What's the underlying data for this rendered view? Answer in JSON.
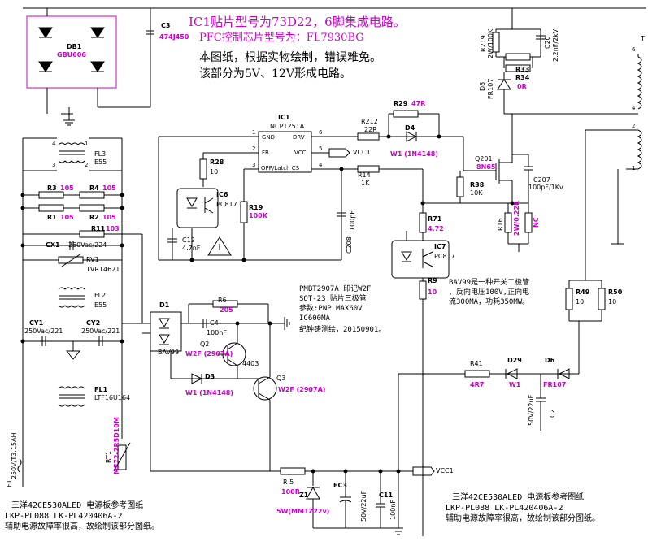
{
  "notes": {
    "line1": "IC1贴片型号为73D22，6脚集成电路。",
    "line2": "PFC控制芯片型号为：FL7930BG",
    "line3": "本图纸，根据实物绘制，错误难免。",
    "line4": "该部分为5V、12V形成电路。"
  },
  "transistor_note": {
    "l1": "PMBT2907A 印记W2F",
    "l2": "SOT-23 贴片三极管",
    "l3": "参数:PNP MAX60V",
    "l4": "IC600MA",
    "l5": "纪钟铸测绘，20150901。"
  },
  "bav_note": {
    "l1": "BAV99是一种开关二极管",
    "l2": "，反向电压100V,正向电",
    "l3": "流300MA，功耗350MW。"
  },
  "footer_left": {
    "l1": "三洋42CE530ALED 电源板参考图纸",
    "l2": "LKP-PL088 LK-PL420406A-2",
    "l3": "辅助电源故障率很高，故绘制该部分图纸。"
  },
  "footer_right": {
    "l1": "三洋42CE530ALED 电源板参考图纸",
    "l2": "LKP-PL088 LK-PL420406A-2",
    "l3": "辅助电源故障率很高，故绘制该部分图纸。"
  },
  "ic1": {
    "ref": "IC1",
    "part": "NCP1251A",
    "gnd": "GND",
    "drv": "DRV",
    "fb": "FB",
    "vcc": "VCC",
    "opp": "OPP/Latch CS",
    "p1": "1",
    "p2": "2",
    "p3": "3",
    "p4": "4",
    "p5": "5",
    "p6": "6"
  },
  "components": {
    "db1": {
      "ref": "DB1",
      "val": "GBU606"
    },
    "c3": {
      "ref": "C3",
      "val": "474J450"
    },
    "r219": {
      "ref": "R219",
      "val": "2W/100K"
    },
    "c20": {
      "ref": "C20",
      "val": "2.2nF/2kV"
    },
    "r33": {
      "ref": "R33"
    },
    "r34": {
      "ref": "R34",
      "val": "0R"
    },
    "d8": {
      "ref": "D8",
      "val": "FR107"
    },
    "r212": {
      "ref": "R212",
      "val": "22R"
    },
    "r29": {
      "ref": "R29",
      "val": "47R"
    },
    "d4": {
      "ref": "D4",
      "val": "W1 (1N4148)"
    },
    "q201": {
      "ref": "Q201",
      "val": "8N65"
    },
    "r38": {
      "ref": "R38",
      "val": "10K"
    },
    "c207": {
      "ref": "C207",
      "val": "100pF/1Kv"
    },
    "r16": {
      "ref": "R16",
      "val": "2W/0.22R"
    },
    "nc": {
      "ref": "NC"
    },
    "r14": {
      "ref": "R14",
      "val": "1K"
    },
    "c208": {
      "ref": "C208",
      "val": "100pF"
    },
    "r28": {
      "ref": "R28",
      "val": "10"
    },
    "ic6": {
      "ref": "IC6",
      "val": "PC817"
    },
    "r19": {
      "ref": "R19",
      "val": "100K"
    },
    "c12": {
      "ref": "C12",
      "val": "4.7nF"
    },
    "r71": {
      "ref": "R71",
      "val": "4.72"
    },
    "ic7": {
      "ref": "IC7",
      "val": "PC817"
    },
    "r9": {
      "ref": "R9",
      "val": "10"
    },
    "fl3": {
      "ref": "FL3",
      "val": "E55"
    },
    "r3": {
      "ref": "R3",
      "val": "105"
    },
    "r4": {
      "ref": "R4",
      "val": "105"
    },
    "r1": {
      "ref": "R1",
      "val": "105"
    },
    "r2": {
      "ref": "R2",
      "val": "105"
    },
    "r11": {
      "ref": "R11",
      "val": "103"
    },
    "cx1": {
      "ref": "CX1",
      "val": "250Vac/224"
    },
    "rv1": {
      "ref": "RV1",
      "val": "TVR14621"
    },
    "fl2": {
      "ref": "FL2",
      "val": "E55"
    },
    "cy1": {
      "ref": "CY1",
      "val": "250Vac/221"
    },
    "cy2": {
      "ref": "CY2",
      "val": "250Vac/221"
    },
    "fl1": {
      "ref": "FL1",
      "val": "LTF16U164"
    },
    "f1": {
      "ref": "F1",
      "val": "250V/T3.15AH"
    },
    "rt1": {
      "ref": "RT1",
      "val": "MF72-2R5D10M"
    },
    "d1": {
      "ref": "D1",
      "val": "BAV99"
    },
    "r6": {
      "ref": "R6",
      "val": "205"
    },
    "c4": {
      "ref": "C4",
      "val": "100nF"
    },
    "q2": {
      "ref": "Q2",
      "val": "W2F (2907A)"
    },
    "n4403": {
      "ref": "4403"
    },
    "d3": {
      "ref": "D3",
      "val": "W1 (1N4148)"
    },
    "q3": {
      "ref": "Q3",
      "val": "W2F (2907A)"
    },
    "r5": {
      "ref": "R 5",
      "val": "100R"
    },
    "z1": {
      "ref": "Z1",
      "val": "5W(MM1Z22v)"
    },
    "ec3": {
      "ref": "EC3",
      "val": "50V/22uF"
    },
    "c11": {
      "ref": "C11",
      "val": "100nF"
    },
    "r41": {
      "ref": "R41",
      "val": "4R7"
    },
    "d29": {
      "ref": "D29",
      "val": "W1"
    },
    "d6": {
      "ref": "D6",
      "val": "FR107"
    },
    "c2": {
      "ref": "C2",
      "val": "50V/22uF"
    },
    "r49": {
      "ref": "R49",
      "val": "10"
    },
    "r50": {
      "ref": "R50",
      "val": "10"
    },
    "t": {
      "ref": "T"
    }
  },
  "nets": {
    "vcc1_top": "VCC1",
    "vcc1_bottom": "VCC1",
    "p1": "1",
    "p2": "2",
    "p3": "3",
    "p4": "4",
    "t6": "6",
    "t4": "4",
    "t2": "2",
    "t1": "1"
  },
  "colors": {
    "accent": "#cc00cc",
    "wire": "#000000"
  }
}
